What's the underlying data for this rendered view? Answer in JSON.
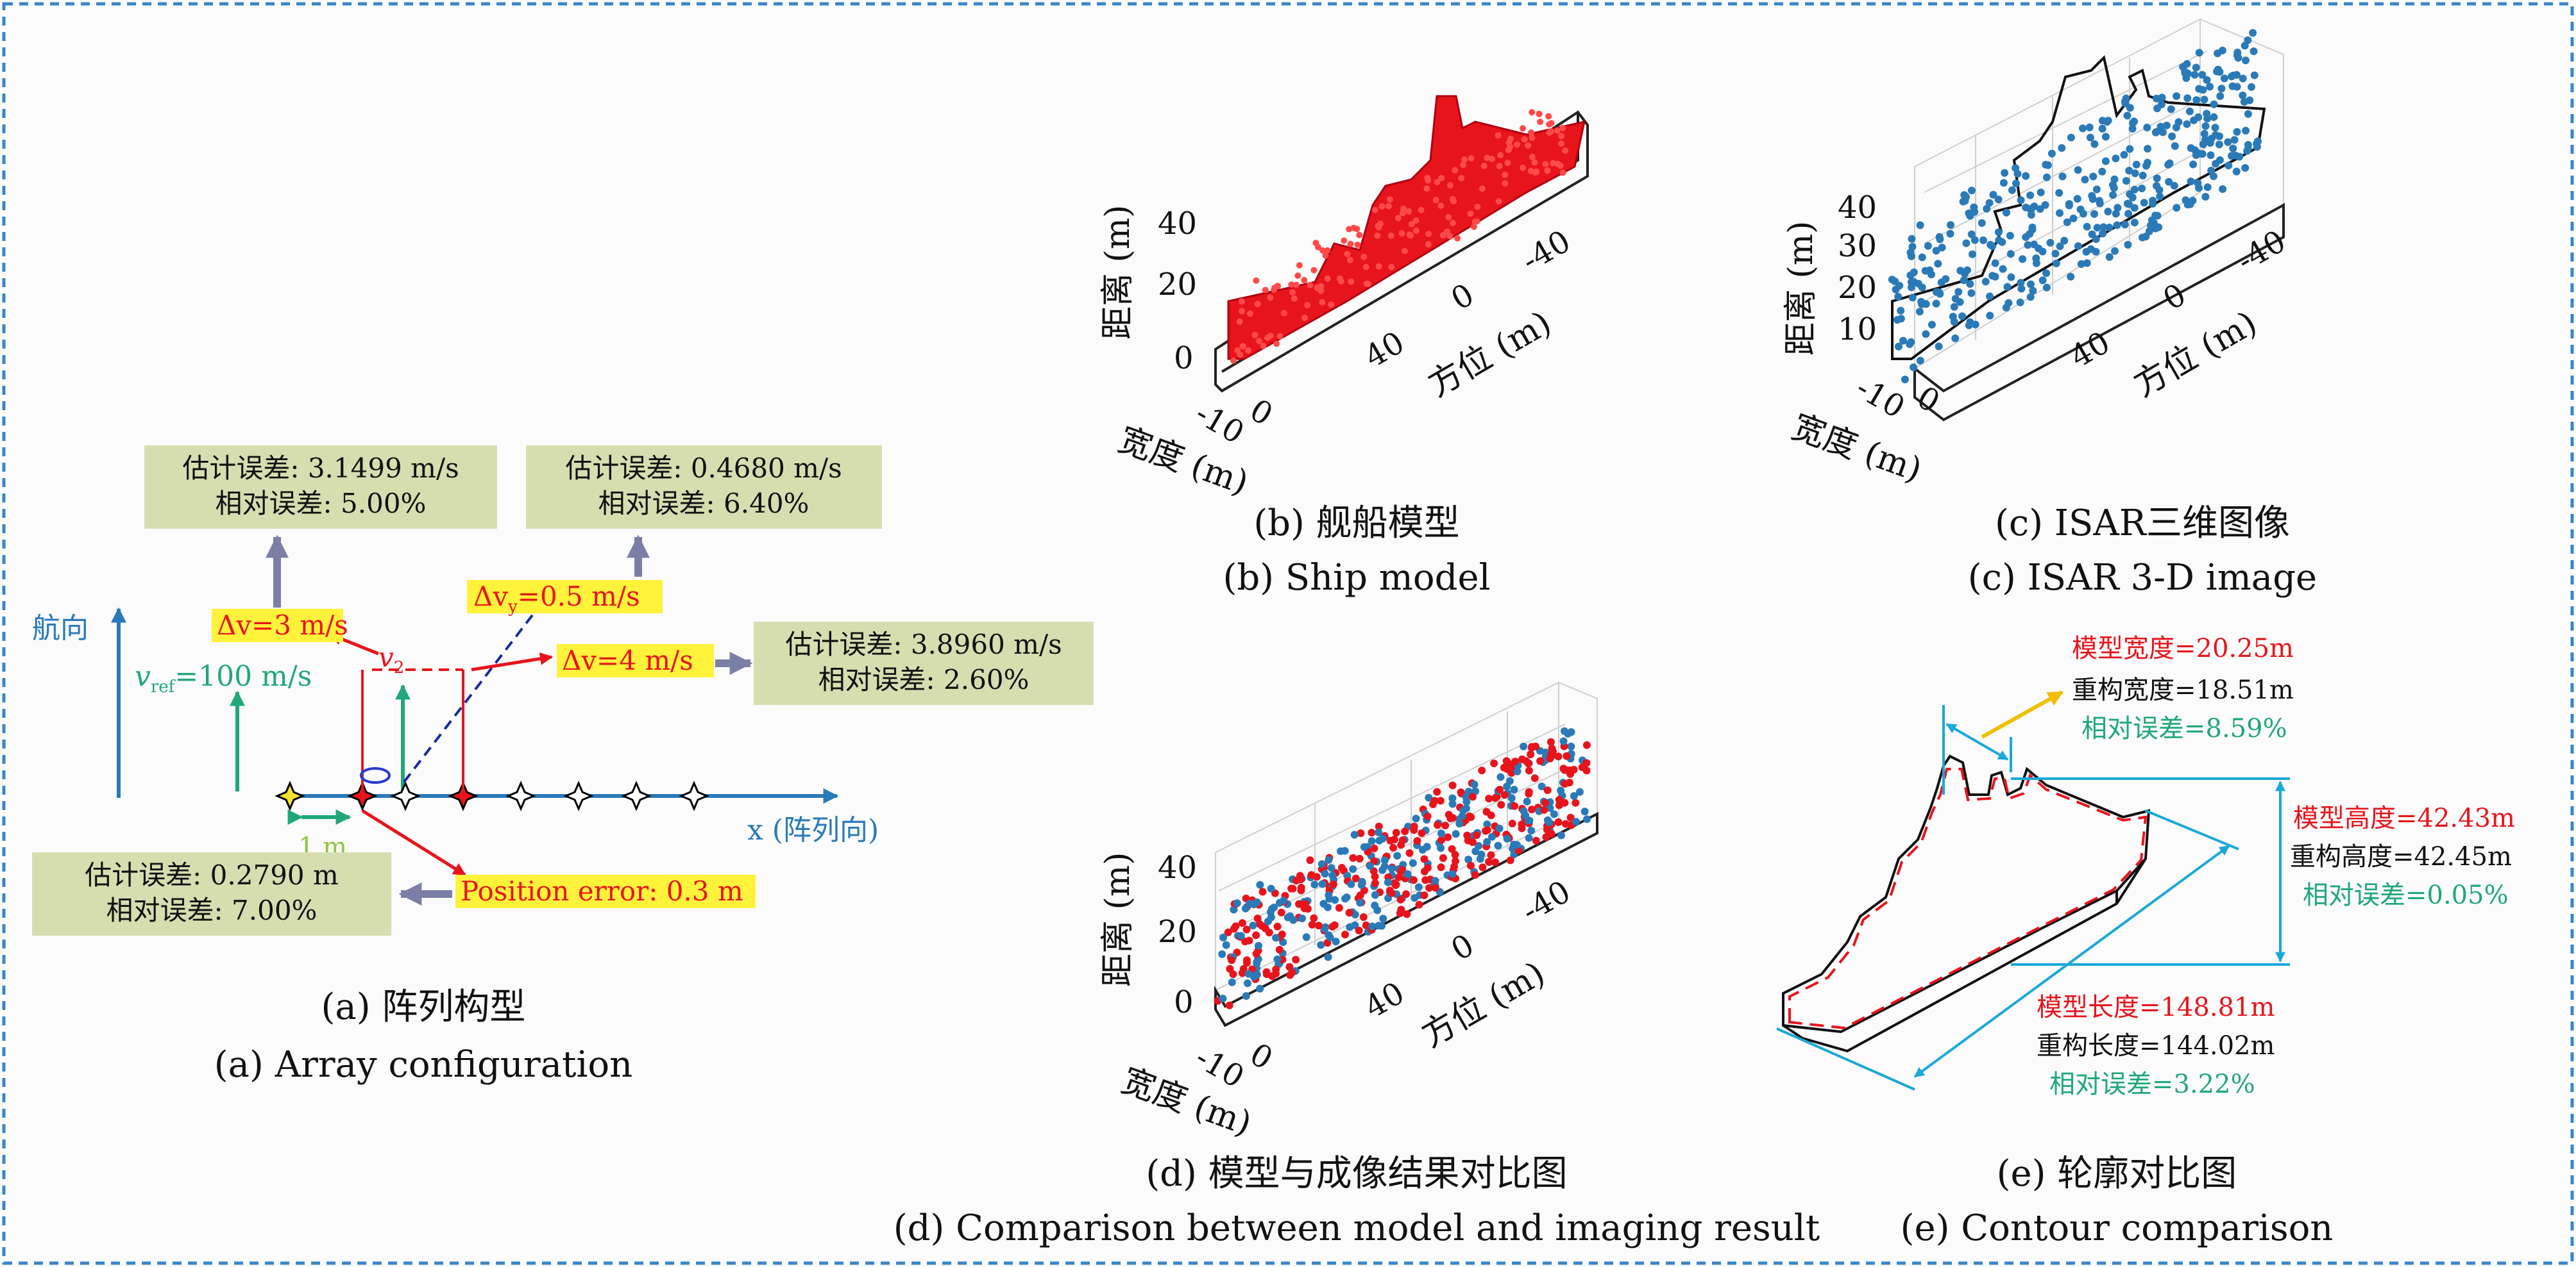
{
  "panel_a": {
    "caption_zh": "(a) 阵列构型",
    "caption_en": "(a) Array configuration",
    "heading_label": "航向",
    "xaxis_label": "x (阵列向)",
    "vref_label": "v",
    "vref_sub": "ref",
    "vref_value": "=100 m/s",
    "v2_label": "v",
    "v2_sub": "2",
    "spacing_label": "1 m",
    "dv3_label": "Δv=3 m/s",
    "dvy_prefix": "Δv",
    "dvy_sub": "y",
    "dvy_value": "=0.5 m/s",
    "dv4_label": "Δv=4 m/s",
    "pos_err_label": "Position error: 0.3 m",
    "boxes": {
      "box1": {
        "line1": "估计误差: 3.1499 m/s",
        "line2": "相对误差: 5.00%"
      },
      "box2": {
        "line1": "估计误差: 0.4680 m/s",
        "line2": "相对误差: 6.40%"
      },
      "box3": {
        "line1": "估计误差: 3.8960 m/s",
        "line2": "相对误差: 2.60%"
      },
      "box4": {
        "line1": "估计误差: 0.2790 m",
        "line2": "相对误差: 7.00%"
      }
    }
  },
  "panel_b": {
    "caption_zh": "(b) 舰船模型",
    "caption_en": "(b) Ship model",
    "z_label": "距离 (m)",
    "x_label": "宽度 (m)",
    "y_label": "方位 (m)",
    "z_ticks": [
      "0",
      "20",
      "40"
    ],
    "y_ticks": [
      "40",
      "0",
      "-40"
    ],
    "x_ticks": [
      "-10",
      "0"
    ]
  },
  "panel_c": {
    "caption_zh": "(c) ISAR三维图像",
    "caption_en": "(c) ISAR 3-D image",
    "z_label": "距离 (m)",
    "x_label": "宽度 (m)",
    "y_label": "方位 (m)",
    "z_ticks": [
      "10",
      "20",
      "30",
      "40"
    ],
    "y_ticks": [
      "40",
      "0",
      "-40"
    ],
    "x_ticks": [
      "-10",
      "0"
    ]
  },
  "panel_d": {
    "caption_zh": "(d) 模型与成像结果对比图",
    "caption_en": "(d) Comparison between model and imaging result",
    "z_label": "距离 (m)",
    "x_label": "宽度 (m)",
    "y_label": "方位 (m)",
    "z_ticks": [
      "0",
      "20",
      "40"
    ],
    "y_ticks": [
      "40",
      "0",
      "-40"
    ],
    "x_ticks": [
      "-10",
      "0"
    ]
  },
  "panel_e": {
    "caption_zh": "(e) 轮廓对比图",
    "caption_en": "(e) Contour comparison",
    "width": {
      "model": "模型宽度=20.25m",
      "recon": "重构宽度=18.51m",
      "rel": "相对误差=8.59%"
    },
    "height": {
      "model": "模型高度=42.43m",
      "recon": "重构高度=42.45m",
      "rel": "相对误差=0.05%"
    },
    "length": {
      "model": "模型长度=148.81m",
      "recon": "重构长度=144.02m",
      "rel": "相对误差=3.22%"
    }
  },
  "colors": {
    "model_red": "#e8141c",
    "isar_blue": "#2a7ab8",
    "axis_blue": "#2a7ab8",
    "box_green": "#d6deb0",
    "highlight_yellow": "#fff23a",
    "teal": "#20a878",
    "gray_arrow": "#7b7fa6",
    "cyan": "#1aa8d8",
    "border_blue": "#3a86c8"
  },
  "icons": [
    "arrow-up-icon",
    "arrow-right-icon",
    "star-marker-icon"
  ]
}
